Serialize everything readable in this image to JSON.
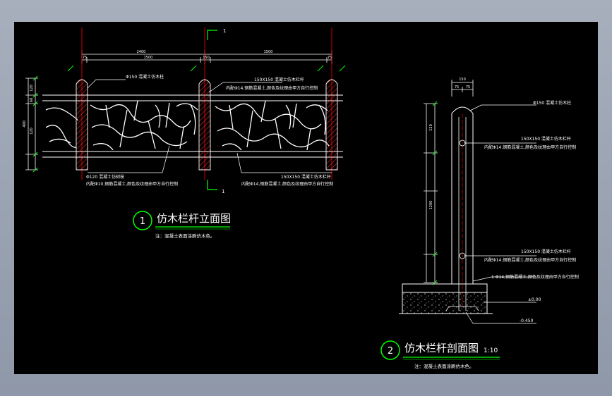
{
  "drawing1": {
    "number": "1",
    "title": "仿木栏杆立面图",
    "note": "注：混凝土表面涂刷仿木色。",
    "dims_top": [
      "2400",
      "1500",
      "1500"
    ],
    "dims_sub": [
      "75",
      "150",
      "75"
    ],
    "dims_left": [
      "120",
      "60",
      "120",
      "400"
    ],
    "section_mark": "1",
    "labels": {
      "post": "Φ150 混凝土仿木柱",
      "rail_top": "150X150 混凝土仿木栏杆",
      "rail_top_note": "内配Φ14,钢筋混凝土,颜色及纹理由甲方自行控制",
      "panel": "Φ120 混凝土仿树枝",
      "panel_note": "内配Φ10,钢筋混凝土,颜色及纹理由甲方自行控制",
      "rail_bottom": "150X150 混凝土仿木栏杆",
      "rail_bottom_note": "内配Φ14,钢筋混凝土,颜色及纹理由甲方自行控制"
    }
  },
  "drawing2": {
    "number": "2",
    "title": "仿木栏杆剖面图",
    "scale": "1:10",
    "note": "注：混凝土表面涂刷仿木色。",
    "dims_top": [
      "150",
      "75",
      "75"
    ],
    "dims_left": [
      "120",
      "1200"
    ],
    "labels": {
      "post": "Φ150 混凝土仿木柱",
      "rail_upper": "150X150 混凝土仿木栏杆",
      "rail_upper_note": "内配Φ14,钢筋混凝土,颜色及纹理由甲方自行控制",
      "rail_lower": "150X150 混凝土仿木栏杆",
      "rail_lower_note": "内配Φ14,钢筋混凝土,颜色及纹理由甲方自行控制",
      "anchor_note": "1 Φ14,钢筋混凝土,颜色及纹理由甲方自行控制",
      "level1": "±0.00",
      "level2": "-0.450"
    }
  },
  "colors": {
    "background": "#000000",
    "green": "#00ff00",
    "white": "#ffffff",
    "red": "#ff0000",
    "hatch": "#ff3030"
  }
}
